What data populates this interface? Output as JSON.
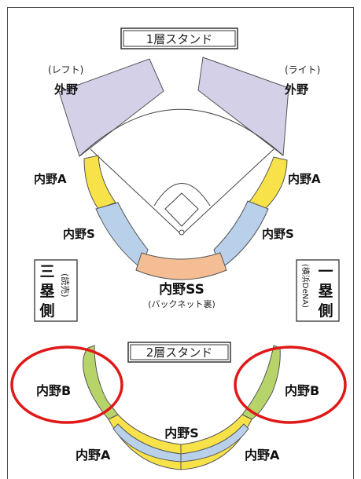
{
  "level1": {
    "title": "1層スタンド",
    "left_tag": "(レフト)",
    "left_outfield": "外野",
    "right_tag": "(ライト)",
    "right_outfield": "外野",
    "left_infield_a": "内野A",
    "right_infield_a": "内野A",
    "left_infield_s": "内野S",
    "right_infield_s": "内野S",
    "infield_ss": "内野SS",
    "infield_ss_note": "(バックネット裏)"
  },
  "sides": {
    "third_base_big": [
      "三",
      "塁",
      "側"
    ],
    "third_base_team": "(読売)",
    "first_base_big": [
      "一",
      "塁",
      "側"
    ],
    "first_base_team": "(横浜DeNA)"
  },
  "level2": {
    "title": "2層スタンド",
    "left_infield_b": "内野B",
    "right_infield_b": "内野B",
    "infield_s": "内野S",
    "left_infield_a": "内野A",
    "right_infield_a": "内野A"
  },
  "colors": {
    "outfield": "#d4d0e8",
    "infield_a": "#f7e24a",
    "infield_s": "#b9d0ea",
    "infield_ss": "#f4bd94",
    "infield_b": "#b7d46b",
    "highlight_circle": "#e01818"
  }
}
